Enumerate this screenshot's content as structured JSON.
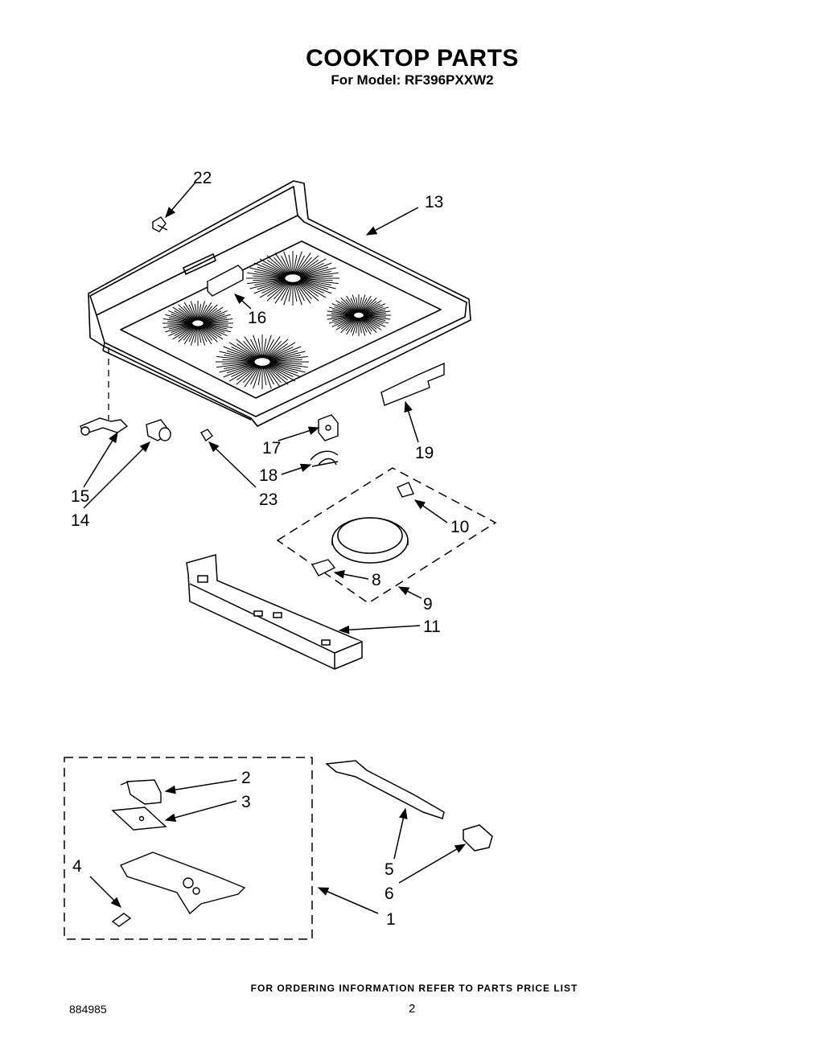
{
  "header": {
    "title": "COOKTOP PARTS",
    "subtitle": "For Model: RF396PXXW2"
  },
  "callouts": [
    {
      "id": "22",
      "label": "22"
    },
    {
      "id": "13",
      "label": "13"
    },
    {
      "id": "16",
      "label": "16"
    },
    {
      "id": "17",
      "label": "17"
    },
    {
      "id": "18",
      "label": "18"
    },
    {
      "id": "19",
      "label": "19"
    },
    {
      "id": "15",
      "label": "15"
    },
    {
      "id": "14",
      "label": "14"
    },
    {
      "id": "23",
      "label": "23"
    },
    {
      "id": "10",
      "label": "10"
    },
    {
      "id": "8",
      "label": "8"
    },
    {
      "id": "9",
      "label": "9"
    },
    {
      "id": "11",
      "label": "11"
    },
    {
      "id": "2",
      "label": "2"
    },
    {
      "id": "3",
      "label": "3"
    },
    {
      "id": "4",
      "label": "4"
    },
    {
      "id": "5",
      "label": "5"
    },
    {
      "id": "6",
      "label": "6"
    },
    {
      "id": "1",
      "label": "1"
    }
  ],
  "footer": {
    "note": "FOR ORDERING INFORMATION REFER TO PARTS PRICE LIST",
    "doc_number": "884985",
    "page_number": "2"
  }
}
